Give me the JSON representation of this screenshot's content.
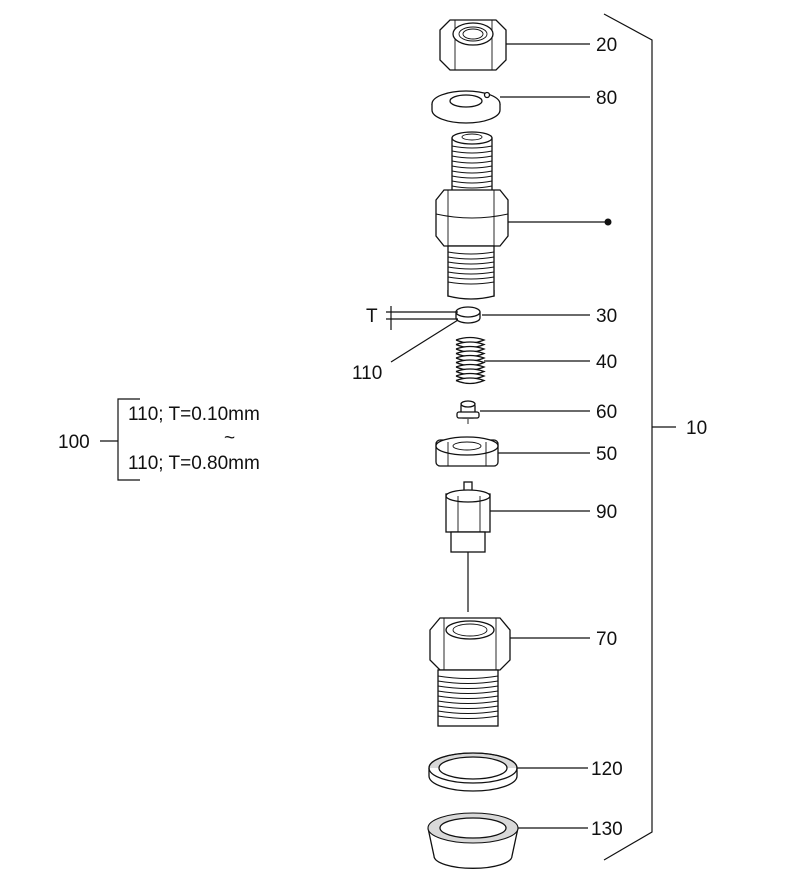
{
  "labels": {
    "p20": "20",
    "p80": "80",
    "p30": "30",
    "p40": "40",
    "p60": "60",
    "p50": "50",
    "p90": "90",
    "p70": "70",
    "p120": "120",
    "p130": "130",
    "p10": "10",
    "p100": "100",
    "p110": "110",
    "thickness": "T"
  },
  "shim_options": {
    "first": "110; T=0.10mm",
    "range_symbol": "~",
    "last": "110; T=0.80mm"
  }
}
